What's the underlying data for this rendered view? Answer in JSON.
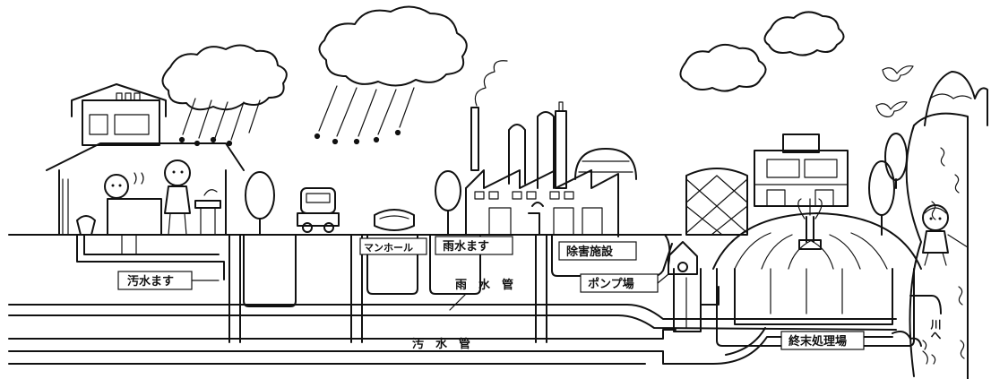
{
  "labels": {
    "sewage_inlet": "汚水ます",
    "manhole": "マンホール",
    "rain_inlet": "雨水ます",
    "pretreatment": "除害施設",
    "storm_pipe": "雨　水　管",
    "pump_station": "ポンプ場",
    "sewer_pipe": "汚　水　管",
    "treatment_plant": "終末処理場",
    "to_river": "川へ"
  },
  "colors": {
    "ink": "#111111",
    "paper": "#ffffff"
  }
}
